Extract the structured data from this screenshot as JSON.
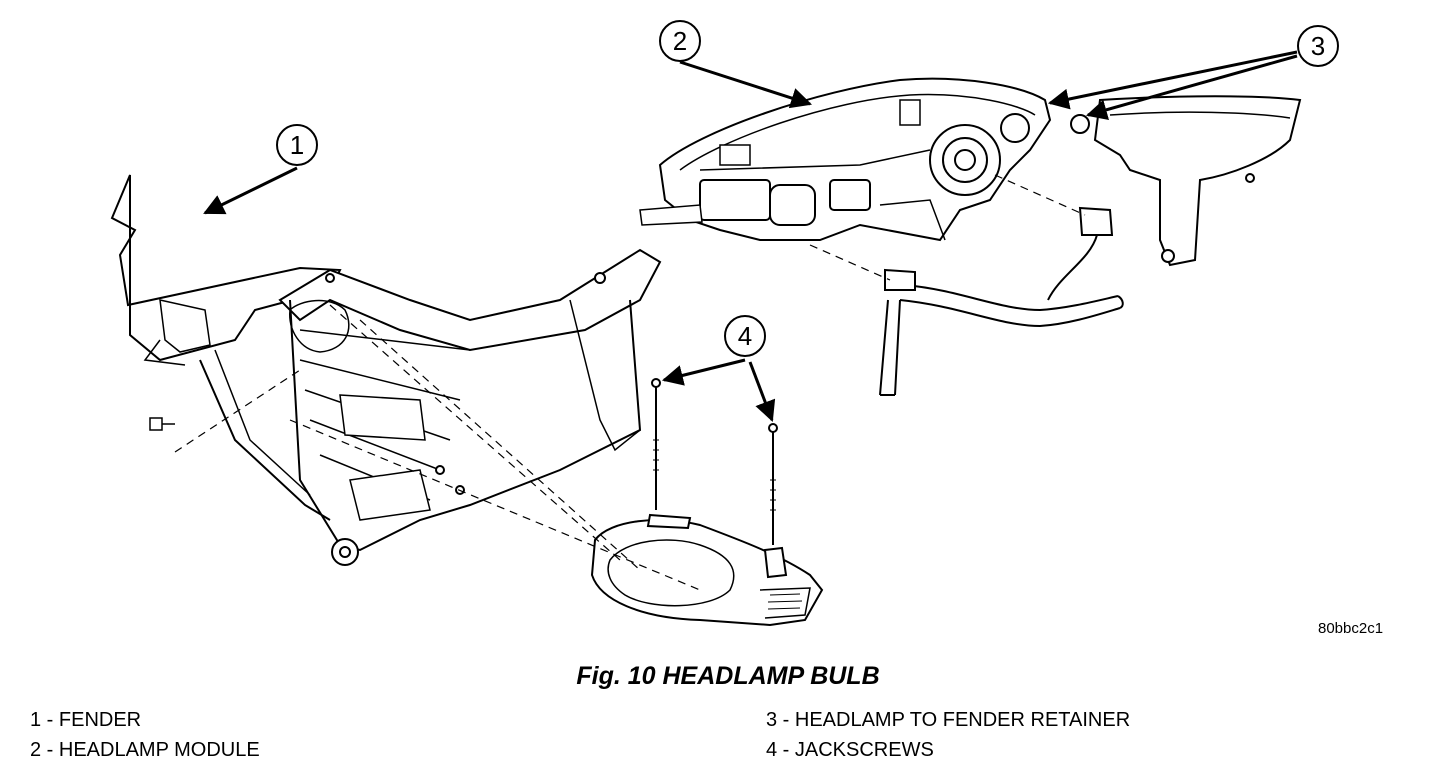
{
  "figure": {
    "reference_code": "80bbc2c1",
    "title": "Fig. 10 HEADLAMP BULB"
  },
  "callouts": [
    {
      "number": "1"
    },
    {
      "number": "2"
    },
    {
      "number": "3"
    },
    {
      "number": "4"
    }
  ],
  "legend": [
    {
      "text": "1 - FENDER"
    },
    {
      "text": "2 - HEADLAMP MODULE"
    },
    {
      "text": "3 - HEADLAMP TO FENDER RETAINER"
    },
    {
      "text": "4 - JACKSCREWS"
    }
  ]
}
